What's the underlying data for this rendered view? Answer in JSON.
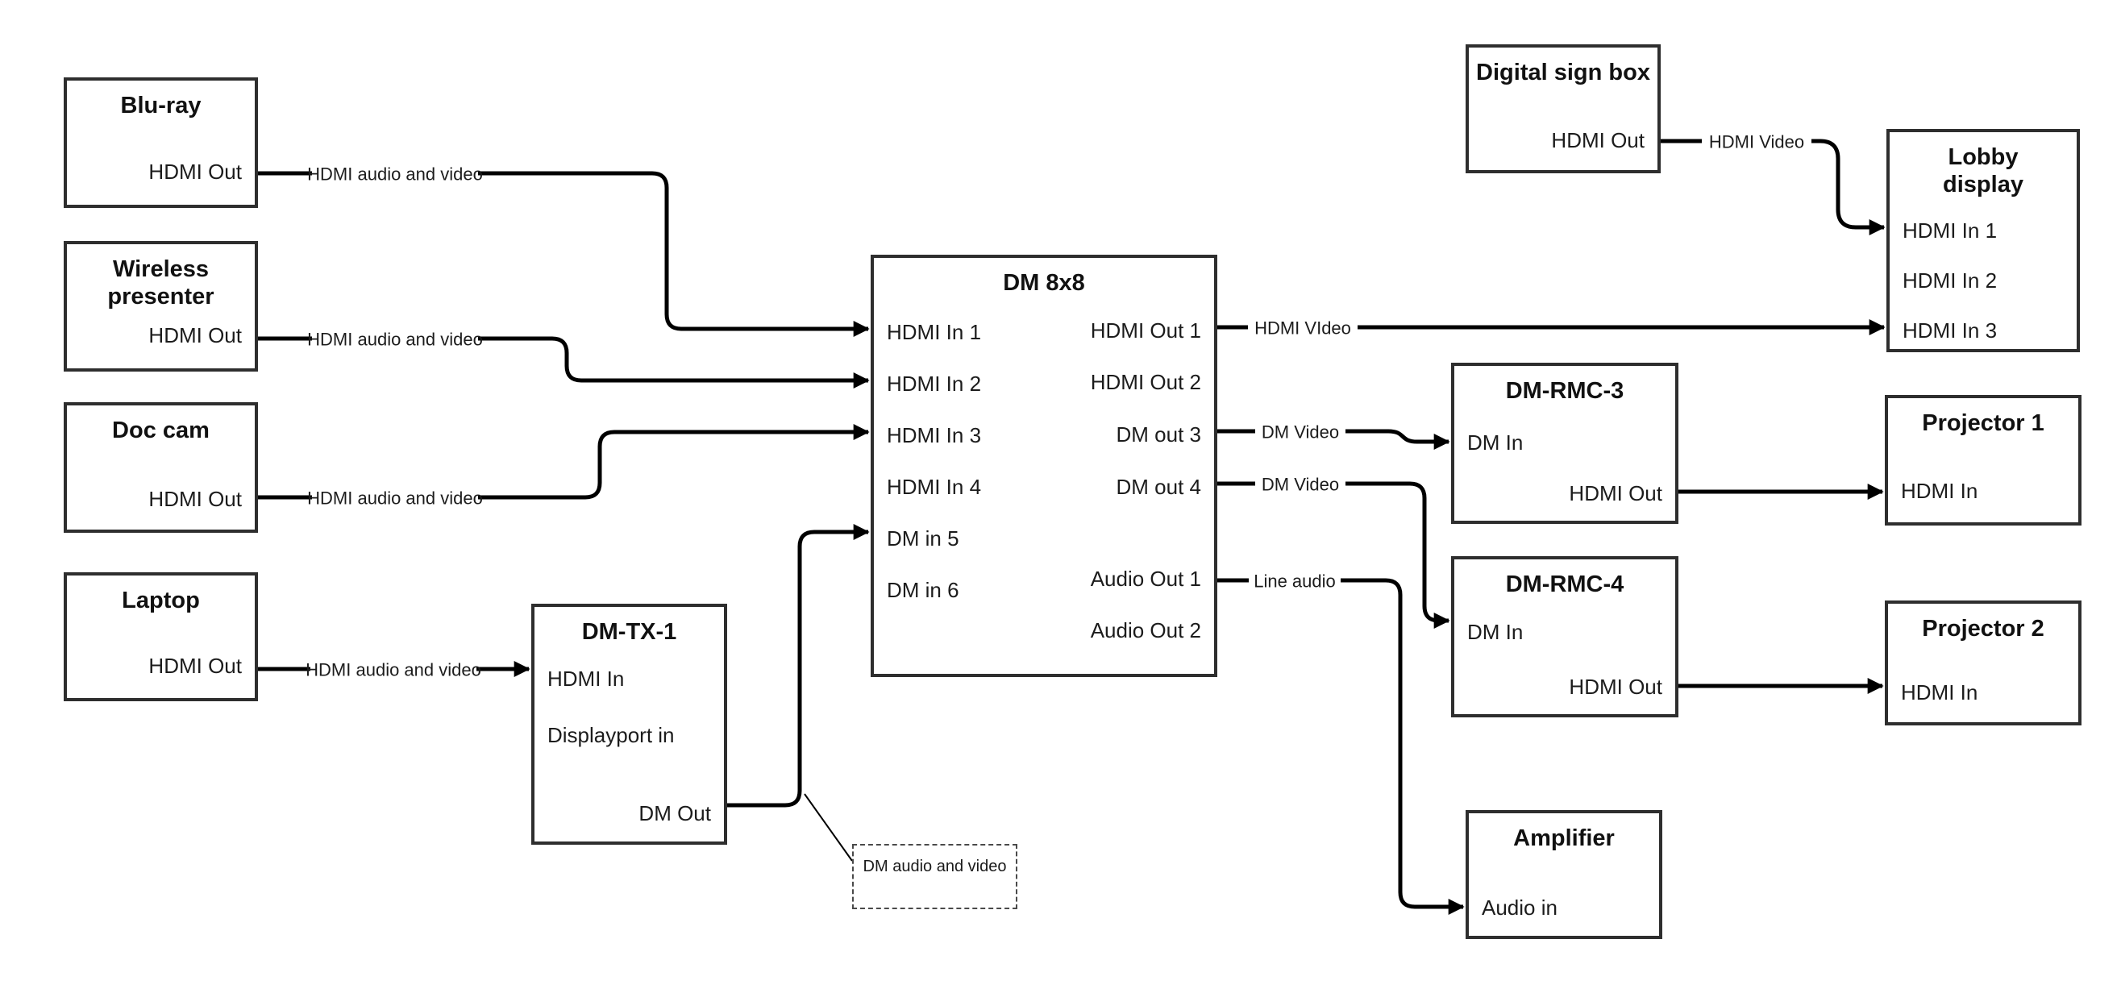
{
  "devices": {
    "blu_ray": {
      "title": "Blu-ray",
      "hdmi_out": "HDMI Out"
    },
    "wireless_presenter": {
      "title": "Wireless presenter",
      "hdmi_out": "HDMI Out"
    },
    "doc_cam": {
      "title": "Doc cam",
      "hdmi_out": "HDMI Out"
    },
    "laptop": {
      "title": "Laptop",
      "hdmi_out": "HDMI Out"
    },
    "dm_tx_1": {
      "title": "DM-TX-1",
      "hdmi_in": "HDMI In",
      "displayport_in": "Displayport in",
      "dm_out": "DM Out"
    },
    "dm_8x8": {
      "title": "DM 8x8",
      "inputs": [
        "HDMI In 1",
        "HDMI In 2",
        "HDMI In 3",
        "HDMI In 4",
        "DM in 5",
        "DM in 6"
      ],
      "outputs": [
        "HDMI Out 1",
        "HDMI Out 2",
        "DM out 3",
        "DM out 4",
        "Audio Out 1",
        "Audio Out 2"
      ]
    },
    "digital_sign_box": {
      "title": "Digital sign box",
      "hdmi_out": "HDMI Out"
    },
    "lobby_display": {
      "title": "Lobby display",
      "inputs": [
        "HDMI In 1",
        "HDMI In 2",
        "HDMI In 3"
      ]
    },
    "dm_rmc_3": {
      "title": "DM-RMC-3",
      "dm_in": "DM In",
      "hdmi_out": "HDMI Out"
    },
    "projector_1": {
      "title": "Projector 1",
      "hdmi_in": "HDMI In"
    },
    "dm_rmc_4": {
      "title": "DM-RMC-4",
      "dm_in": "DM In",
      "hdmi_out": "HDMI Out"
    },
    "projector_2": {
      "title": "Projector 2",
      "hdmi_in": "HDMI In"
    },
    "amplifier": {
      "title": "Amplifier",
      "audio_in": "Audio in"
    }
  },
  "wire_labels": {
    "blu_ray_to_dm8x8": "HDMI audio and video",
    "wireless_to_dm8x8": "HDMI audio and video",
    "doc_cam_to_dm8x8": "HDMI audio and video",
    "laptop_to_dm_tx_1": "HDMI audio and video",
    "hdmi_out_1": "HDMI VIdeo",
    "digital_sign": "HDMI Video",
    "dm_out_3": "DM Video",
    "dm_out_4": "DM Video",
    "audio_out_1": "Line audio"
  },
  "note": {
    "text": "DM audio and video"
  },
  "colors": {
    "line": "#000000",
    "box_border": "#2e2e2e",
    "background": "#ffffff",
    "text": "#1a1a1a"
  }
}
